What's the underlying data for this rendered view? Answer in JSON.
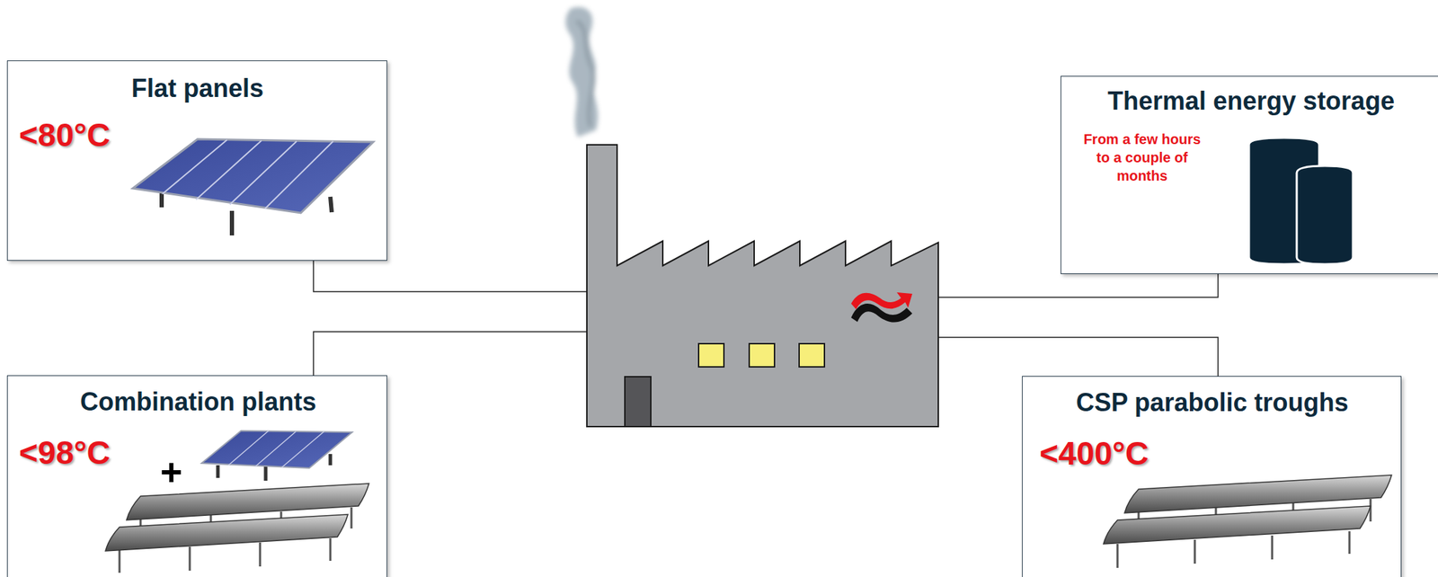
{
  "diagram": {
    "nodes": [
      {
        "text": [
          "Flat panels",
          "<80°C"
        ]
      },
      {
        "text": [
          "Thermal energy storage",
          "From a few hours to a couple of months"
        ]
      },
      {
        "text": [
          "Combination plants",
          "<98°C"
        ]
      },
      {
        "text": [
          "CSP parabolic troughs",
          "<400°C"
        ]
      }
    ],
    "labels": [
      "+"
    ]
  }
}
